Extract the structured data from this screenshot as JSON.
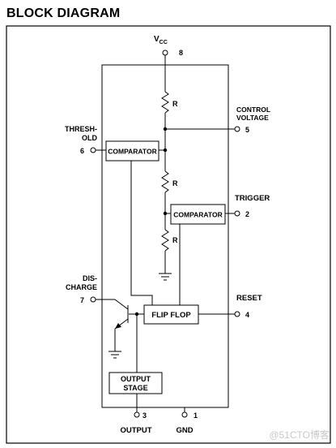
{
  "title": "BLOCK DIAGRAM",
  "vcc": {
    "label_main": "V",
    "label_sub": "CC",
    "pin": "8"
  },
  "control_voltage": {
    "line1": "CONTROL",
    "line2": "VOLTAGE",
    "pin": "5"
  },
  "threshold": {
    "line1": "THRESH-",
    "line2": "OLD",
    "pin": "6"
  },
  "trigger": {
    "label": "TRIGGER",
    "pin": "2"
  },
  "discharge": {
    "line1": "DIS-",
    "line2": "CHARGE",
    "pin": "7"
  },
  "reset": {
    "label": "RESET",
    "pin": "4"
  },
  "output": {
    "label": "OUTPUT",
    "pin": "3"
  },
  "gnd": {
    "label": "GND",
    "pin": "1"
  },
  "resistors": [
    "R",
    "R",
    "R"
  ],
  "blocks": {
    "comparator_top": "COMPARATOR",
    "comparator_bottom": "COMPARATOR",
    "flip_flop": "FLIP FLOP",
    "output_stage_line1": "OUTPUT",
    "output_stage_line2": "STAGE"
  },
  "watermark": "@51CTO博客"
}
